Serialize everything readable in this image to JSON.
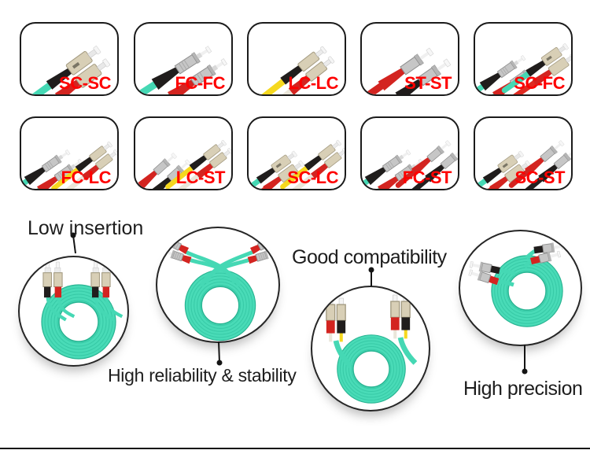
{
  "grid": {
    "label_color": "#fe0000",
    "cells": [
      {
        "label": "SC-SC",
        "types": [
          "SC",
          "SC"
        ]
      },
      {
        "label": "FC-FC",
        "types": [
          "FC",
          "FC"
        ]
      },
      {
        "label": "LC-LC",
        "types": [
          "LC",
          "LC"
        ]
      },
      {
        "label": "ST-ST",
        "types": [
          "ST",
          "ST"
        ]
      },
      {
        "label": "SC-FC",
        "types": [
          "SC",
          "FC"
        ]
      },
      {
        "label": "FC-LC",
        "types": [
          "FC",
          "LC"
        ]
      },
      {
        "label": "LC-ST",
        "types": [
          "LC",
          "ST"
        ]
      },
      {
        "label": "SC-LC",
        "types": [
          "SC",
          "LC"
        ]
      },
      {
        "label": "FC-ST",
        "types": [
          "FC",
          "ST"
        ]
      },
      {
        "label": "SC-ST",
        "types": [
          "SC",
          "ST"
        ]
      }
    ]
  },
  "features": [
    {
      "label": "Low insertion",
      "coil_connector": "SC"
    },
    {
      "label": "High reliability & stability",
      "coil_connector": "FC"
    },
    {
      "label": "Good compatibility",
      "coil_connector": "LC"
    },
    {
      "label": "High precision",
      "coil_connector": "ST"
    }
  ],
  "colors": {
    "cable_aqua": "#45d8b4",
    "cable_red": "#e02b22",
    "cable_yellow": "#f5d81f",
    "cable_white": "#eae6da",
    "connector_beige": "#d8cfb6",
    "connector_silver": "#c6c6c6",
    "boot_black": "#201d1c",
    "boot_red": "#d32420",
    "text_black": "#1d1d1d",
    "label_red": "#fe0000",
    "outline_black": "#1b1b1b"
  }
}
